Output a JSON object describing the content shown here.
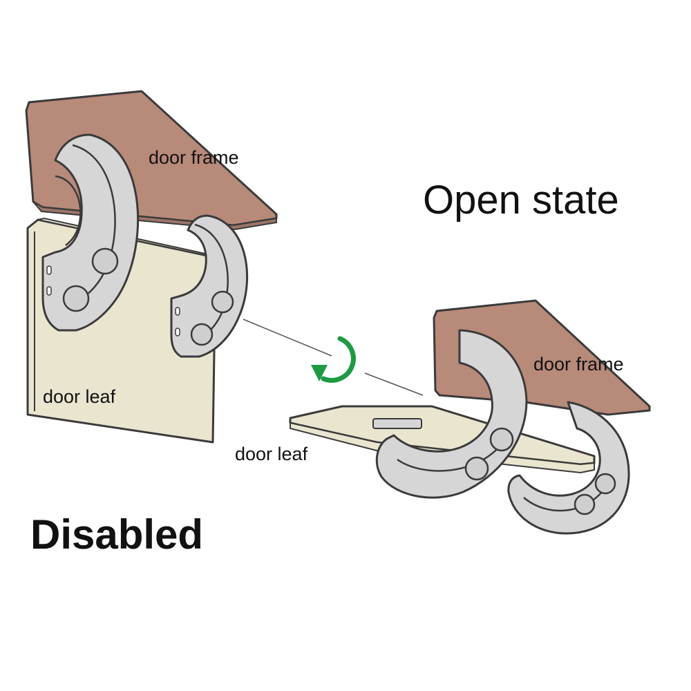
{
  "labels": {
    "left_frame": "door frame",
    "left_leaf": "door leaf",
    "right_frame": "door frame",
    "right_leaf": "door leaf",
    "open_state": "Open state",
    "disabled": "Disabled"
  },
  "colors": {
    "frame": "#b88a7a",
    "leaf": "#e9e5cf",
    "hinge": "#d6d6d6",
    "ball": "#cfcfcf",
    "outline": "#3a3a3a",
    "arrow": "#1e9a44",
    "background": "#ffffff"
  },
  "icons": {
    "rotation": "rotate-counterclockwise-arrow-icon"
  }
}
